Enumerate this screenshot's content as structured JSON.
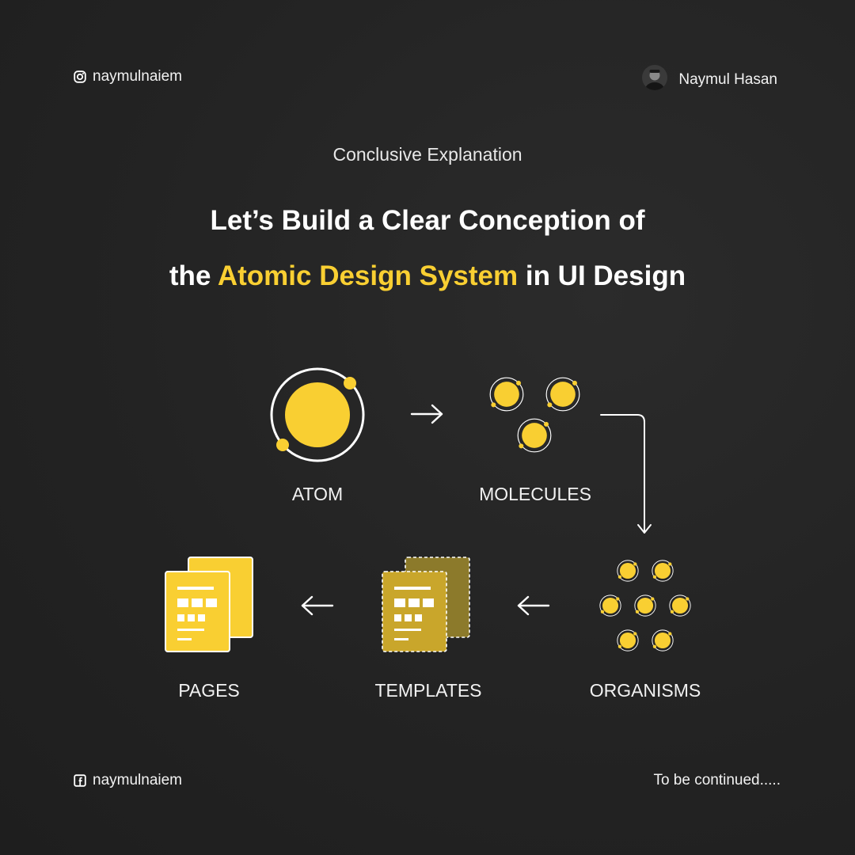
{
  "header": {
    "instagram_handle": "naymulnaiem",
    "author_name": "Naymul Hasan"
  },
  "eyebrow": "Conclusive Explanation",
  "title": {
    "line1": "Let’s Build a Clear Conception of",
    "line2_prefix": "the ",
    "line2_highlight": "Atomic Design System",
    "line2_suffix": " in UI Design"
  },
  "steps": {
    "atom": "ATOM",
    "molecules": "MOLECULES",
    "organisms": "ORGANISMS",
    "templates": "TEMPLATES",
    "pages": "PAGES"
  },
  "footer": {
    "facebook_handle": "naymulnaiem",
    "continued": "To be continued....."
  },
  "colors": {
    "background": "#232323",
    "accent": "#f9cf32",
    "text": "#ffffff"
  },
  "icons": {
    "instagram": "instagram-icon",
    "facebook": "facebook-icon",
    "avatar": "author-avatar"
  }
}
